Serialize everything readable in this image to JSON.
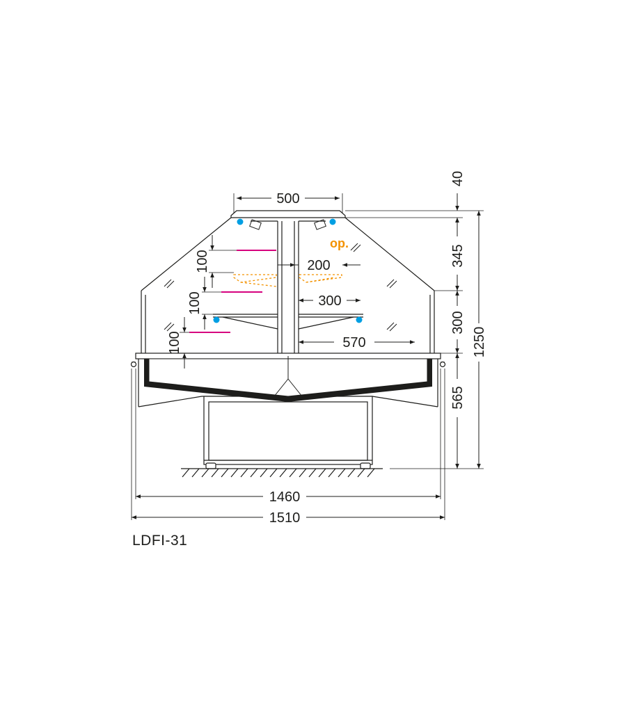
{
  "model": "LDFI-31",
  "annotation": "op.",
  "dimensions": {
    "top_width": "500",
    "top_height": "40",
    "upper_height": "345",
    "middle_height": "300",
    "lower_height": "565",
    "total_height": "1250",
    "shelf_depth_upper": "200",
    "shelf_depth_lower": "300",
    "display_depth": "570",
    "shelf_spacing_1": "100",
    "shelf_spacing_2": "100",
    "shelf_spacing_3": "100",
    "inner_width": "1460",
    "outer_width": "1510"
  },
  "colors": {
    "line": "#1d1d1b",
    "shelf_accent": "#d6007e",
    "optional": "#f39200",
    "led": "#009fe3",
    "tray": "#1d1d1b"
  }
}
